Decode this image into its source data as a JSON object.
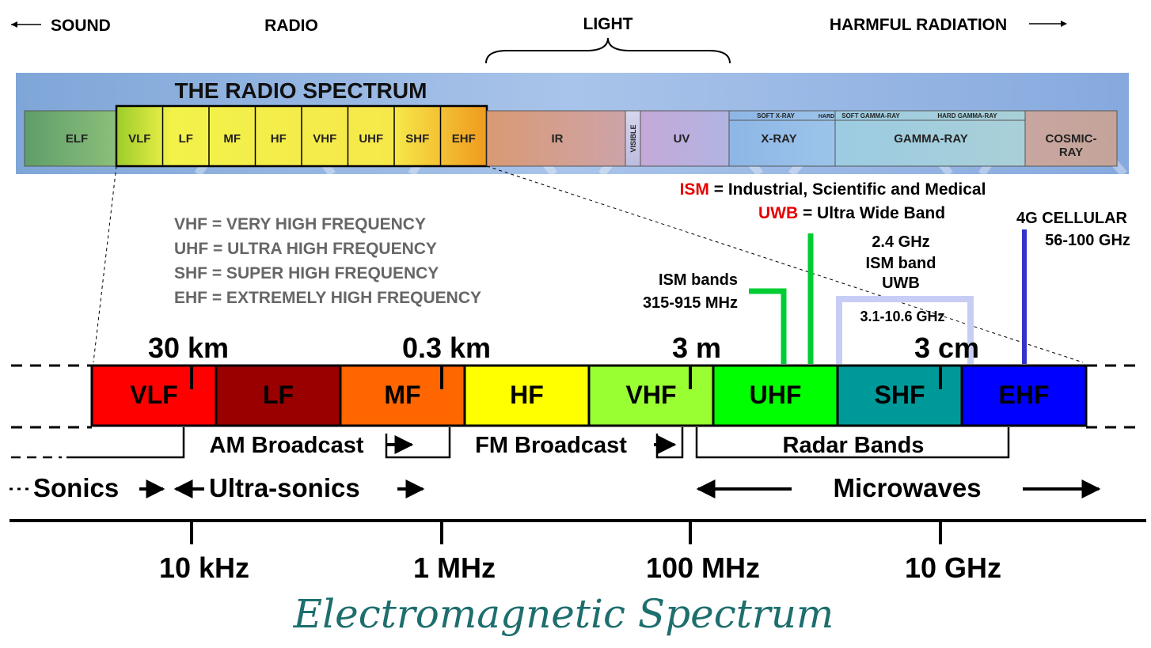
{
  "header": {
    "sound": "SOUND",
    "radio": "RADIO",
    "light": "LIGHT",
    "harmful": "HARMFUL RADIATION"
  },
  "strip": {
    "title": "THE  RADIO  SPECTRUM",
    "elf": "ELF",
    "radio_bands": [
      "VLF",
      "LF",
      "MF",
      "HF",
      "VHF",
      "UHF",
      "SHF",
      "EHF"
    ],
    "ir": "IR",
    "visible": "VISIBLE",
    "uv": "UV",
    "soft_xray": "SOFT X-RAY",
    "hard_small": "HARD",
    "soft_gamma": "SOFT GAMMA-RAY",
    "hard_gamma": "HARD GAMMA-RAY",
    "xray": "X-RAY",
    "gamma": "GAMMA-RAY",
    "cosmic_1": "COSMIC-",
    "cosmic_2": "RAY"
  },
  "definitions": [
    "VHF = VERY HIGH FREQUENCY",
    "UHF = ULTRA HIGH FREQUENCY",
    "SHF = SUPER HIGH FREQUENCY",
    "EHF = EXTREMELY HIGH FREQUENCY"
  ],
  "acronyms": {
    "ism_key": "ISM",
    "ism_def": " = Industrial, Scientific and Medical",
    "uwb_key": "UWB",
    "uwb_def": " = Ultra Wide Band"
  },
  "annotations": {
    "ism_bands_1": "ISM bands",
    "ism_bands_2": "315-915 MHz",
    "ghz24_1": "2.4 GHz",
    "ghz24_2": "ISM band",
    "ghz24_3": "UWB",
    "uwb_range": "3.1-10.6 GHz",
    "g4_1": "4G CELLULAR",
    "g4_2": "56-100 GHz"
  },
  "wavelengths": [
    "30 km",
    "0.3 km",
    "3 m",
    "3 cm"
  ],
  "bands": [
    {
      "label": "VLF",
      "color": "#ff0000"
    },
    {
      "label": "LF",
      "color": "#990000"
    },
    {
      "label": "MF",
      "color": "#ff6600"
    },
    {
      "label": "HF",
      "color": "#ffff00"
    },
    {
      "label": "VHF",
      "color": "#99ff33"
    },
    {
      "label": "UHF",
      "color": "#00ff00"
    },
    {
      "label": "SHF",
      "color": "#009999"
    },
    {
      "label": "EHF",
      "color": "#0000ff"
    }
  ],
  "services": {
    "am": "AM Broadcast",
    "fm": "FM Broadcast",
    "radar": "Radar Bands"
  },
  "ranges": {
    "sonics": "Sonics",
    "ultrasonics": "Ultra-sonics",
    "microwaves": "Microwaves"
  },
  "frequencies": [
    "10 kHz",
    "1 MHz",
    "100 MHz",
    "10 GHz"
  ],
  "footer_title": "Electromagnetic Spectrum",
  "colors": {
    "acronym_red": "#e60000",
    "def_gray": "#666666",
    "ism_green": "#00cc33",
    "uwb_purple": "#c8cdf5",
    "g4_blue": "#3333cc",
    "footer_teal": "#1e6e6e"
  }
}
